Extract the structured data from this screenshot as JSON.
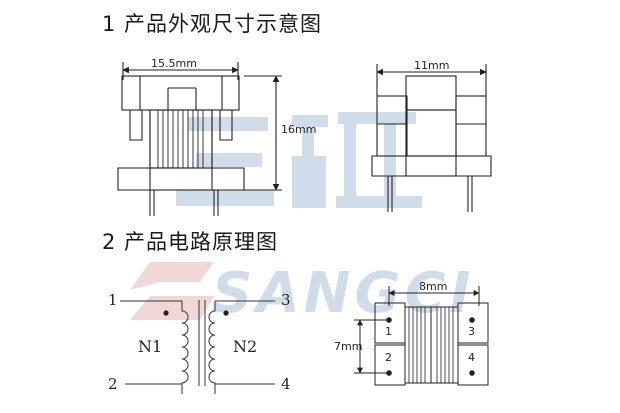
{
  "section1": {
    "heading": "1 产品外观尺寸示意图"
  },
  "section2": {
    "heading": "2 产品电路原理图"
  },
  "dimensions": {
    "width_front": "15.5mm",
    "height_front": "16mm",
    "width_side": "11mm",
    "pin_pitch_x": "8mm",
    "pin_pitch_y": "7mm"
  },
  "schematic": {
    "pins": [
      "1",
      "2",
      "3",
      "4"
    ],
    "winding_left": "N1",
    "winding_right": "N2"
  },
  "bottom_pins": [
    "1",
    "2",
    "3",
    "4"
  ],
  "watermark": {
    "primary": "三磁",
    "secondary": "SANGCI",
    "color": "#a9c3dc"
  }
}
